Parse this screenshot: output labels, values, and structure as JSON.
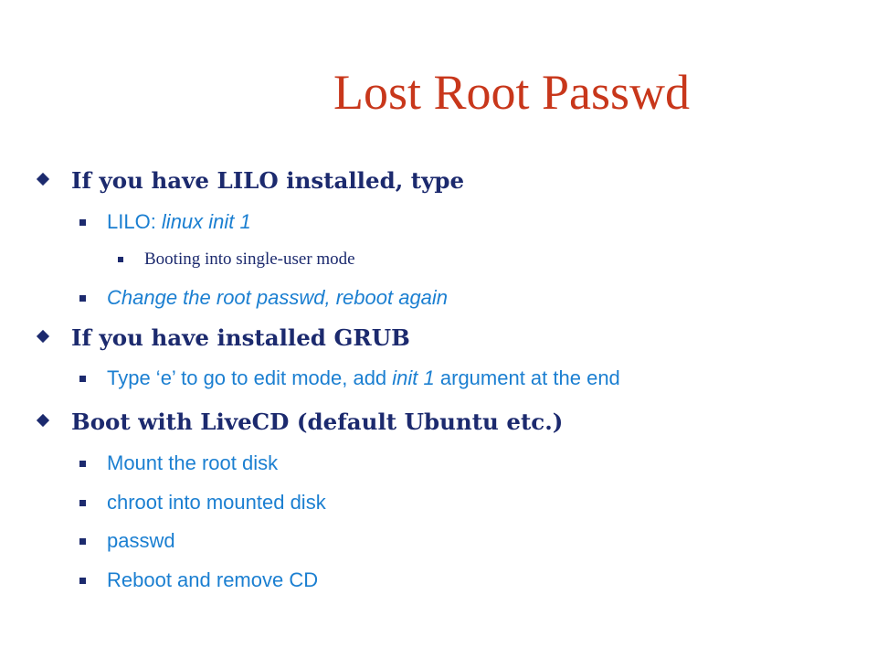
{
  "slide": {
    "title": "Lost Root Passwd",
    "lilo": {
      "heading": "If you have LILO installed, type",
      "cmd_prefix": "LILO: ",
      "cmd": "linux init 1",
      "note": "Booting into single-user mode",
      "change": "Change the root passwd, reboot again"
    },
    "grub": {
      "heading": "If you have installed GRUB",
      "step_prefix": "Type ‘e’ to go to edit mode, add ",
      "step_em": "init 1",
      "step_suffix": " argument at the end"
    },
    "livecd": {
      "heading": "Boot with LiveCD (default Ubuntu etc.)",
      "steps": [
        "Mount the root disk",
        "chroot into mounted disk",
        "passwd",
        "Reboot and remove CD"
      ]
    }
  }
}
